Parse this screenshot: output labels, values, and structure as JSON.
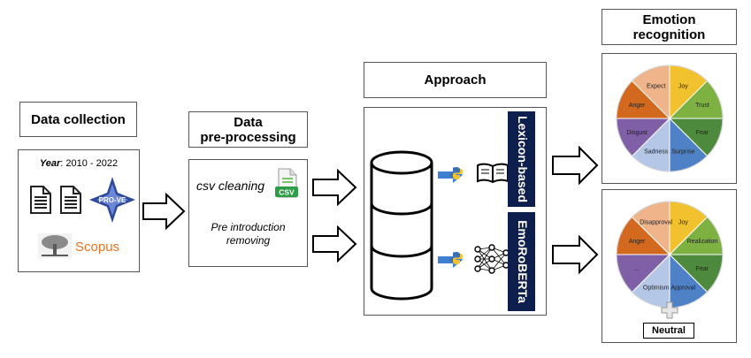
{
  "data_collection": {
    "title": "Data collection",
    "year_label": "Year",
    "year_value": ": 2010 - 2022",
    "prove_logo": "PRO-VE",
    "scopus_logo": "Scopus"
  },
  "preprocessing": {
    "title_line1": "Data",
    "title_line2": "pre-processing",
    "csv_cleaning": "csv cleaning",
    "csv_badge": "CSV",
    "pre_intro_line1": "Pre introduction",
    "pre_intro_line2": "removing"
  },
  "approach": {
    "title": "Approach",
    "lexicon_label": "Lexicon-based",
    "emoroberta_label": "EmoRoBERTa"
  },
  "emotion_recognition": {
    "title_line1": "Emotion",
    "title_line2": "recognition",
    "neutral": "Neutral"
  },
  "wheel1": {
    "labels": [
      "Joy",
      "Trust",
      "Fear",
      "Surprise",
      "Sadness",
      "Disgust",
      "Anger",
      "Expect"
    ],
    "colors": [
      "#f2c12e",
      "#7db243",
      "#4e8a3e",
      "#4f81c7",
      "#b4c7e7",
      "#7f5fa6",
      "#d2691e",
      "#f0b48a"
    ]
  },
  "wheel2": {
    "labels": [
      "Joy",
      "Realization",
      "Fear",
      "Approval",
      "Optimism",
      "...",
      "Anger",
      "Disapproval"
    ],
    "colors": [
      "#f2c12e",
      "#7db243",
      "#4e8a3e",
      "#4f81c7",
      "#b4c7e7",
      "#7f5fa6",
      "#d2691e",
      "#f0b48a"
    ]
  }
}
